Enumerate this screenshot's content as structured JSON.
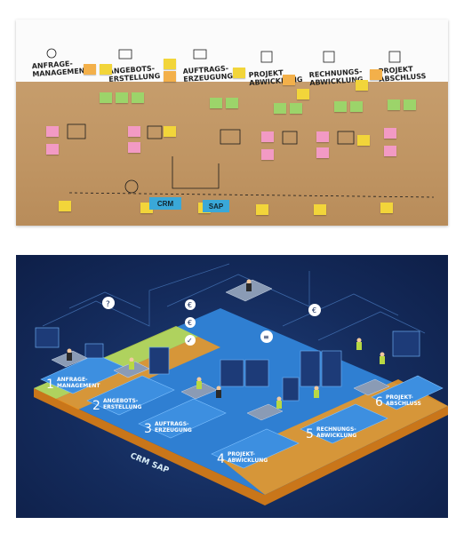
{
  "board": {
    "phases": [
      {
        "label": "Anfrage-\nmanagement"
      },
      {
        "label": "Angebots-\nerstellung"
      },
      {
        "label": "Auftrags-\nerzeugung"
      },
      {
        "label": "Projekt\nabwicklung"
      },
      {
        "label": "Rechnungs-\nabwicklung"
      },
      {
        "label": "Projekt\nabschluss"
      }
    ],
    "systems": {
      "crm": "CRM",
      "sap": "SAP"
    },
    "notes_colors": {
      "yellow": "#f2d53a",
      "green": "#9cd46a",
      "pink": "#f29ac4",
      "orange": "#f3b04a"
    },
    "paper_color": "#c69d6c"
  },
  "illustration": {
    "background": "#142b5c",
    "platform_color": "#2f7fd2",
    "highlight_color": "#c6e04a",
    "accent_color": "#f39a1e",
    "steps": [
      {
        "num": "1",
        "label": "ANFRAGE-\nMANAGEMENT"
      },
      {
        "num": "2",
        "label": "ANGEBOTS-\nERSTELLUNG"
      },
      {
        "num": "3",
        "label": "AUFTRAGS-\nERZEUGUNG"
      },
      {
        "num": "4",
        "label": "PROJEKT-\nABWICKLUNG"
      },
      {
        "num": "5",
        "label": "RECHNUNGS-\nABWICKLUNG"
      },
      {
        "num": "6",
        "label": "PROJEKT-\nABSCHLUSS"
      }
    ],
    "systems": {
      "crm": "CRM",
      "sap": "SAP"
    }
  }
}
